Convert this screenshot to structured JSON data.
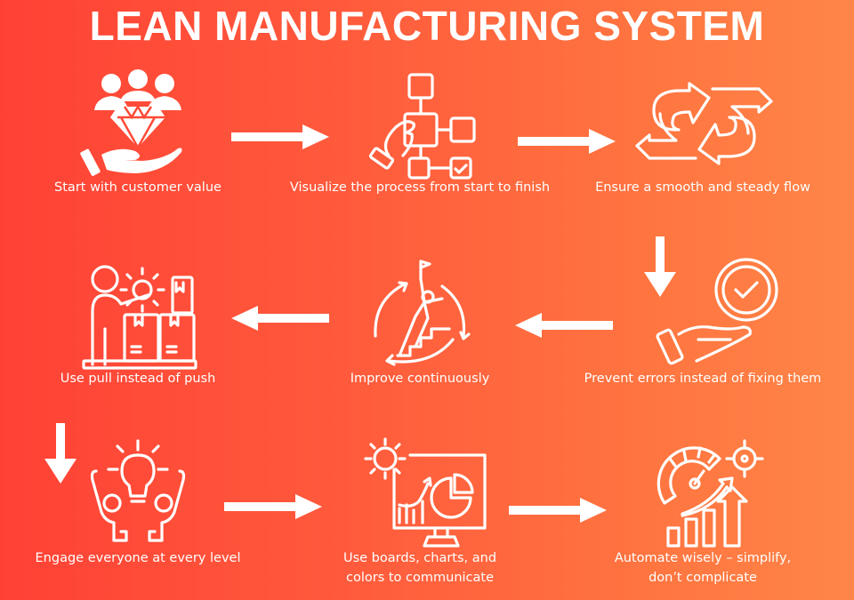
{
  "title": "LEAN MANUFACTURING SYSTEM",
  "colors": {
    "gradient_start": "#ff4135",
    "gradient_end": "#ff8648",
    "foreground": "#ffffff"
  },
  "steps": [
    {
      "label": "Start with customer value",
      "icon": "customer-value-icon"
    },
    {
      "label": "Visualize the process from start to finish",
      "icon": "process-flowchart-icon"
    },
    {
      "label": "Ensure a smooth and steady flow",
      "icon": "continuous-flow-icon"
    },
    {
      "label": "Prevent errors instead of fixing them",
      "icon": "error-prevention-icon"
    },
    {
      "label": "Improve continuously",
      "icon": "continuous-improvement-icon"
    },
    {
      "label": "Use pull instead of push",
      "icon": "pull-system-icon"
    },
    {
      "label": "Engage everyone at every level",
      "icon": "team-engagement-icon"
    },
    {
      "label": "Use boards, charts, and\ncolors to communicate",
      "icon": "visual-management-icon"
    },
    {
      "label": "Automate wisely – simplify,\ndon’t complicate",
      "icon": "smart-automation-icon"
    }
  ],
  "connectors": [
    "arrow-right",
    "arrow-right",
    "arrow-down",
    "arrow-left",
    "arrow-left",
    "arrow-down",
    "arrow-right",
    "arrow-right"
  ]
}
